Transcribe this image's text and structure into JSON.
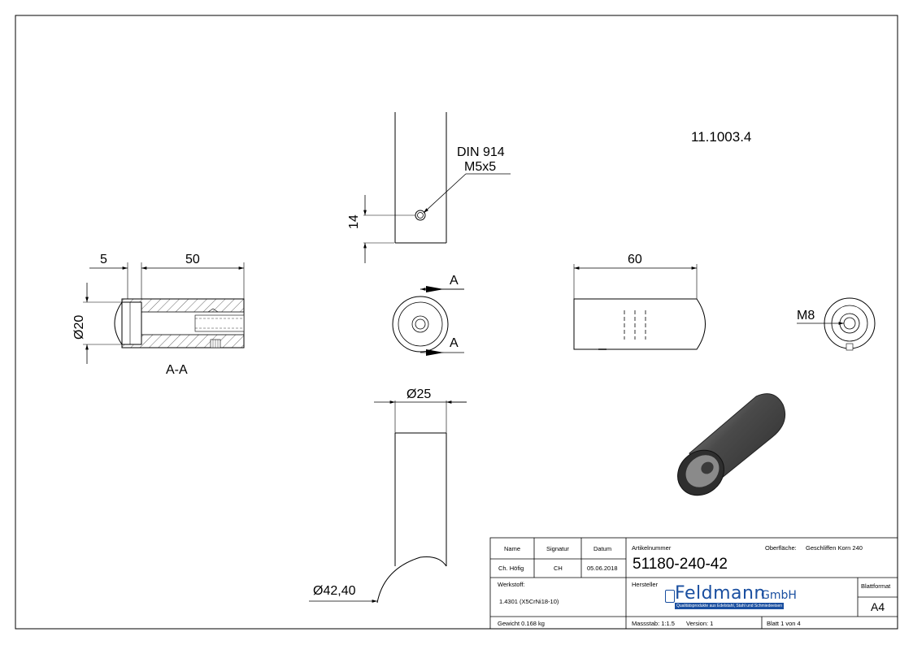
{
  "drawing": {
    "ref_number": "11.1003.4",
    "screw_spec_line1": "DIN 914",
    "screw_spec_line2": "M5x5",
    "dim_14": "14",
    "dim_5": "5",
    "dim_50": "50",
    "dim_d20": "20",
    "dim_60": "60",
    "dim_m8": "M8",
    "dim_d25": "25",
    "dim_d42": "42,40",
    "section_a_top": "A",
    "section_a_bottom": "A",
    "section_label": "A-A",
    "diameter_symbol": "Ø"
  },
  "title_block": {
    "headers": {
      "name": "Name",
      "signatur": "Signatur",
      "datum": "Datum"
    },
    "row": {
      "name": "Ch. Höfig",
      "signatur": "CH",
      "datum": "05.06.2018"
    },
    "artikelnummer_label": "Artikelnummer",
    "artikelnummer": "51180-240-42",
    "oberflaeche_label": "Oberfläche:",
    "oberflaeche": "Geschliffen Korn 240",
    "werkstoff_label": "Werkstoff:",
    "werkstoff": "1.4301 (X5CrNi18-10)",
    "hersteller_label": "Hersteller",
    "blattformat_label": "Blattformat",
    "blattformat": "A4",
    "gewicht": "Gewicht 0.168 kg",
    "massstab": "Massstab: 1:1.5",
    "version": "Version:   1",
    "blatt": "Blatt 1 von 4"
  },
  "logo": {
    "name": "Feldmann",
    "suffix": "GmbH",
    "tagline": "Qualitätsprodukte aus Edelstahl, Stahl und Schmiedeeisen"
  },
  "colors": {
    "logo_blue": "#1a4fa0",
    "line": "#000000",
    "part_dark": "#3a3a3a"
  }
}
